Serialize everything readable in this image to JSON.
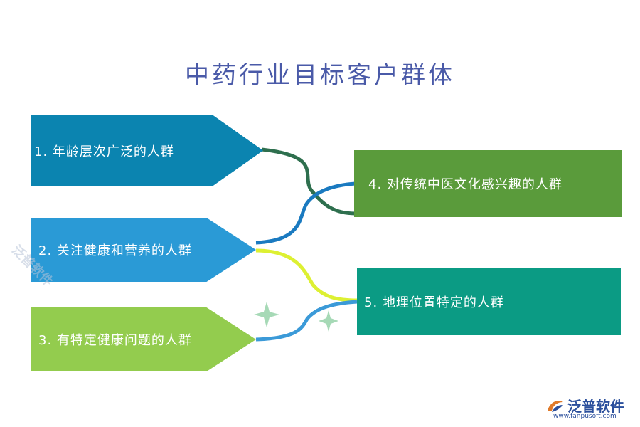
{
  "title": "中药行业目标客户群体",
  "left_items": [
    {
      "label": "1. 年龄层次广泛的人群",
      "color": "#0b84b0"
    },
    {
      "label": "2. 关注健康和营养的人群",
      "color": "#2a9ad6"
    },
    {
      "label": "3. 有特定健康问题的人群",
      "color": "#93cc4e"
    }
  ],
  "right_items": [
    {
      "label": "4. 对传统中医文化感兴趣的人群",
      "color": "#5a9b3b"
    },
    {
      "label": "5. 地理位置特定的人群",
      "color": "#0b9b84"
    }
  ],
  "connector_colors": {
    "dark_green": "#2e6f4e",
    "blue": "#1a7ac0",
    "yellow": "#ddf032",
    "light_blue": "#3b9ad8",
    "sparkle": "#a6d9b6"
  },
  "watermark": "泛普软件",
  "logo": {
    "text": "泛普软件",
    "url": "www.fanpusoft.com"
  }
}
